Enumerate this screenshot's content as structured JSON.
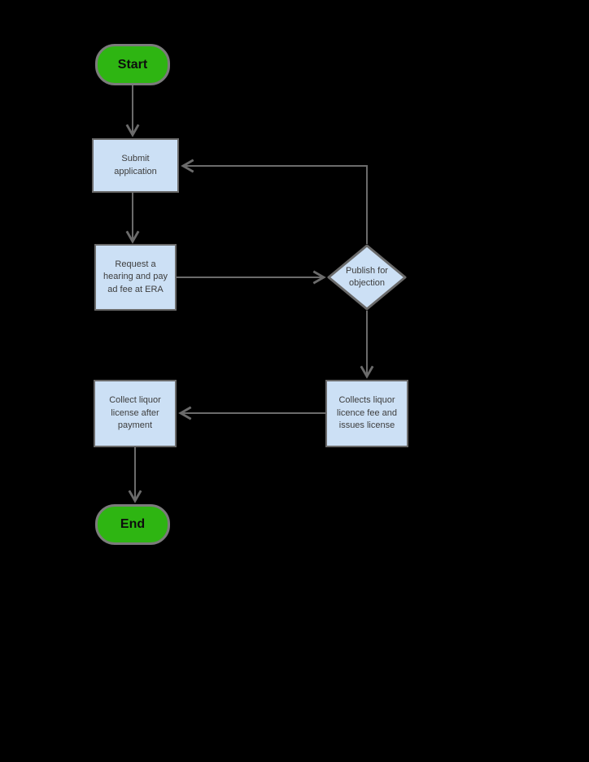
{
  "colors": {
    "background": "#000000",
    "terminal_fill": "#2eb512",
    "terminal_border": "#7b7b7b",
    "process_fill": "#cce0f5",
    "process_border": "#6a6a6a",
    "arrow": "#6b6b6b",
    "label_text": "#3d3d3d",
    "terminal_text": "#0d0d0d"
  },
  "nodes": {
    "start": {
      "label": "Start",
      "type": "terminal"
    },
    "submit": {
      "label": "Submit application",
      "type": "process"
    },
    "request": {
      "label": "Request a hearing and pay ad fee at ERA",
      "type": "process"
    },
    "publish": {
      "label": "Publish for objection",
      "type": "decision"
    },
    "collects": {
      "label": "Collects liquor licence fee and issues license",
      "type": "process"
    },
    "collect": {
      "label": "Collect liquor license after payment",
      "type": "process"
    },
    "end": {
      "label": "End",
      "type": "terminal"
    }
  },
  "edges": [
    {
      "from": "start",
      "to": "submit"
    },
    {
      "from": "submit",
      "to": "request"
    },
    {
      "from": "request",
      "to": "publish"
    },
    {
      "from": "publish",
      "to": "submit"
    },
    {
      "from": "publish",
      "to": "collects"
    },
    {
      "from": "collects",
      "to": "collect"
    },
    {
      "from": "collect",
      "to": "end"
    }
  ]
}
